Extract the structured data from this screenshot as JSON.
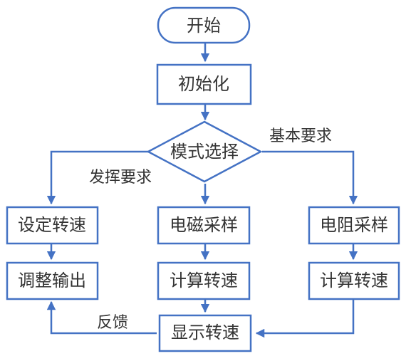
{
  "colors": {
    "stroke": "#4472C4",
    "text": "#333333"
  },
  "nodes": {
    "start": "开始",
    "init": "初始化",
    "select": "模式选择",
    "set_speed": "设定转速",
    "adjust_output": "调整输出",
    "em_sampling": "电磁采样",
    "calc_speed_mid": "计算转速",
    "res_sampling": "电阻采样",
    "calc_speed_right": "计算转速",
    "display_speed": "显示转速"
  },
  "edge_labels": {
    "extended": "发挥要求",
    "basic": "基本要求",
    "feedback": "反馈"
  }
}
